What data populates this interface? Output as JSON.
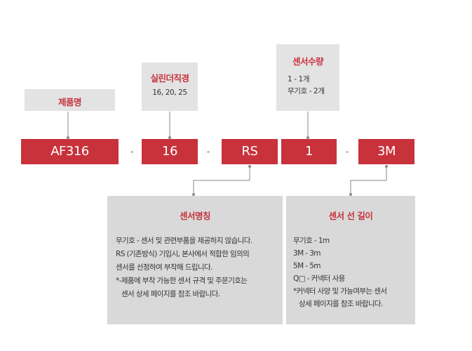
{
  "labels": {
    "product_name": {
      "title": "제품명"
    },
    "cylinder_diameter": {
      "title": "실린더직경",
      "value": "16, 20, 25"
    },
    "sensor_quantity": {
      "title": "센서수량",
      "lines": [
        "1 - 1개",
        "무기호 - 2개"
      ]
    }
  },
  "code": {
    "parts": [
      "AF316",
      "16",
      "RS",
      "1",
      "3M"
    ],
    "separator": "-"
  },
  "details": {
    "sensor_name": {
      "title": "센서명칭",
      "lines": [
        "무기호 - 센서 및 관련부품을 제공하지 않습니다.",
        "RS (기존방식) 기입시, 본사에서 적합한 임의의",
        "센서를 선정하여 부착해 드립니다.",
        "*-제품에 부착 가능한 센서 규격 및 주문기호는",
        "  센서 상세 페이지를 참조 바랍니다."
      ]
    },
    "sensor_cable_length": {
      "title": "센서 선 길이",
      "lines": [
        "무기호 - 1m",
        "3M - 3m",
        "5M - 5m",
        "Q□ - 커넥터 사용",
        "*커넥터 사양 및 가능여부는 센서",
        "  상세 페이지를 참조 바랍니다."
      ]
    }
  },
  "colors": {
    "accent": "#c8323b",
    "label_bg": "#e3e3e4",
    "detail_bg": "#d9d9da",
    "connector": "#8a8a8a"
  }
}
